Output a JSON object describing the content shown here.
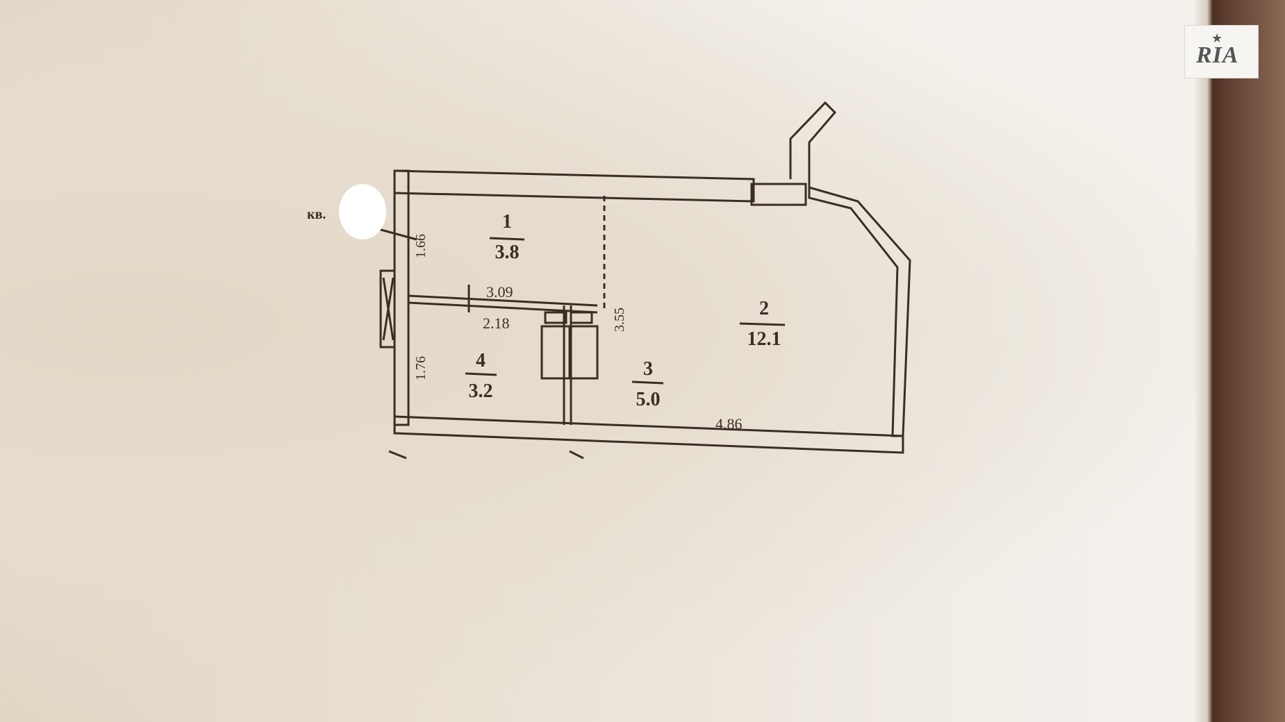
{
  "plan": {
    "unit_prefix": "кв.",
    "rooms": [
      {
        "number": "1",
        "area": "3.8"
      },
      {
        "number": "2",
        "area": "12.1"
      },
      {
        "number": "3",
        "area": "5.0"
      },
      {
        "number": "4",
        "area": "3.2"
      }
    ],
    "dimensions": [
      "1.66",
      "3.09",
      "2.18",
      "3.55",
      "1.76",
      "4.86"
    ]
  },
  "watermark": {
    "text": "RIA",
    "icon": "star-icon"
  },
  "colors": {
    "ink": "#3a2d24",
    "paper": "#ebe3d8",
    "frame": "#5a3a2c"
  }
}
